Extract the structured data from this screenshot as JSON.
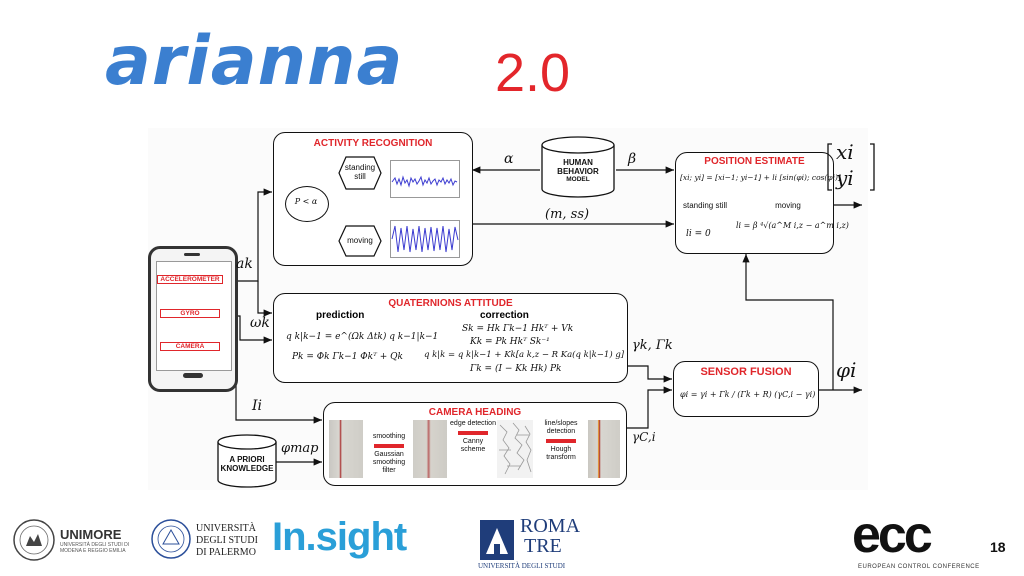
{
  "header": {
    "logo_text": "arianna",
    "version": "2.0"
  },
  "activity": {
    "title": "ACTIVITY RECOGNITION",
    "condition": "P < α",
    "state_still": "standing still",
    "state_moving": "moving"
  },
  "human_model": {
    "line1": "HUMAN",
    "line2": "BEHAVIOR",
    "line3": "MODEL"
  },
  "position": {
    "title": "POSITION ESTIMATE",
    "eq": "[xi; yi] = [xi−1; yi−1] + li [sin(φi); cos(φi)]",
    "still_label": "standing still",
    "still_eq": "li = 0",
    "moving_label": "moving",
    "moving_eq": "li = β ⁴√(a^M i,z − a^m i,z)"
  },
  "phone": {
    "sensor1": "ACCELEROMETER",
    "sensor2": "GYRO",
    "sensor3": "CAMERA"
  },
  "quaternions": {
    "title": "QUATERNIONS ATTITUDE",
    "prediction_label": "prediction",
    "correction_label": "correction",
    "pred_eq1": "q k|k−1 = e^(Ωk Δtk) q k−1|k−1",
    "pred_eq2": "Pk = Φk Γk−1 Φkᵀ + Qk",
    "corr_eq1": "Sk = Hk Γk−1 Hkᵀ + Vk",
    "corr_eq2": "Kk = Pk Hkᵀ Sk⁻¹",
    "corr_eq3": "q k|k = q k|k−1 + Kk[a k,z − R Ka(q k|k−1) g]",
    "corr_eq4": "Γk = (I − Kk Hk) Pk"
  },
  "fusion": {
    "title": "SENSOR FUSION",
    "eq": "φi = γi + Γk / (Γk + R) (γC,i − γi)"
  },
  "camera": {
    "title": "CAMERA HEADING",
    "step1": "smoothing",
    "step1_sub": "Gaussian smoothing filter",
    "step2": "edge detection",
    "step2_sub": "Canny scheme",
    "step3": "line/slopes detection",
    "step3_sub": "Hough transform"
  },
  "apriori": {
    "line1": "A PRIORI",
    "line2": "KNOWLEDGE"
  },
  "signals": {
    "alpha": "α",
    "beta": "β",
    "m_ss": "(m, ss)",
    "a_k": "ak",
    "omega_k": "ωk",
    "I_i": "Ii",
    "gamma_k": "γk, Γk",
    "gamma_c": "γC,i",
    "phi_map": "φmap",
    "phi_i": "φi",
    "x_i": "xi",
    "y_i": "yi"
  },
  "logos": {
    "unimore_name": "UNIMORE",
    "unimore_sub1": "UNIVERSITÀ DEGLI STUDI DI",
    "unimore_sub2": "MODENA E REGGIO EMILIA",
    "palermo1": "UNIVERSITÀ",
    "palermo2": "DEGLI STUDI",
    "palermo3": "DI PALERMO",
    "insight": "In.sight",
    "roma1": "ROMA",
    "roma2": "TRE",
    "roma3": "UNIVERSITÀ DEGLI STUDI",
    "ecc": "ecc",
    "ecc_num": "18",
    "ecc_sub": "EUROPEAN CONTROL CONFERENCE"
  },
  "colors": {
    "accent_red": "#e0262b",
    "logo_blue": "#3b7fd0",
    "insight_blue": "#2a9fd8"
  }
}
